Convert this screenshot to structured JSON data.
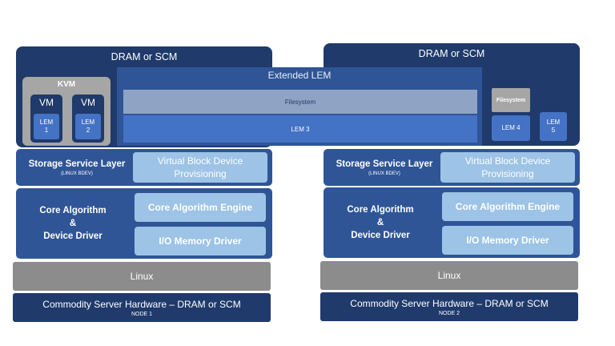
{
  "shared": {
    "extended_lem_label": "Extended LEM",
    "filesystem_label": "Filesystem",
    "lem3_label": "LEM 3"
  },
  "node1": {
    "dram_title": "DRAM or SCM",
    "kvm": {
      "title": "KVM",
      "vms": [
        {
          "label": "VM",
          "lem": "LEM\n1"
        },
        {
          "label": "VM",
          "lem": "LEM\n2"
        }
      ]
    },
    "storage_layer": {
      "title": "Storage Service Layer",
      "subtitle": "(LINUX BDEV)"
    },
    "vbd_label": "Virtual Block Device Provisioning",
    "core_layer": {
      "title": "Core Algorithm\n&\nDevice Driver"
    },
    "core_engine_label": "Core Algorithm Engine",
    "io_driver_label": "I/O Memory Driver",
    "linux_label": "Linux",
    "hardware": {
      "title": "Commodity Server Hardware – DRAM or SCM",
      "node": "NODE 1"
    }
  },
  "node2": {
    "dram_title": "DRAM or SCM",
    "filesystem_label": "Filesystem",
    "lem4_label": "LEM 4",
    "lem5_label": "LEM\n5",
    "storage_layer": {
      "title": "Storage Service Layer",
      "subtitle": "(LINUX BDEV)"
    },
    "vbd_label": "Virtual Block Device Provisioning",
    "core_layer": {
      "title": "Core Algorithm\n&\nDevice Driver"
    },
    "core_engine_label": "Core Algorithm Engine",
    "io_driver_label": "I/O Memory Driver",
    "linux_label": "Linux",
    "hardware": {
      "title": "Commodity Server Hardware – DRAM or SCM",
      "node": "NODE 2"
    }
  }
}
